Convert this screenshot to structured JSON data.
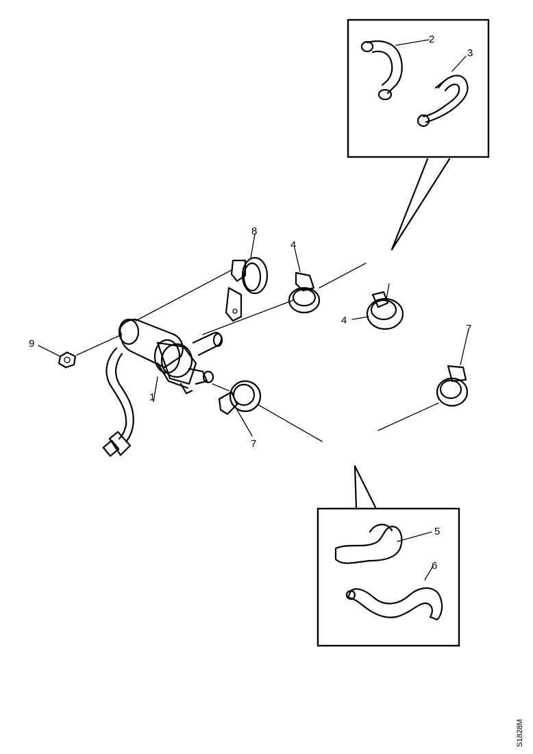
{
  "callouts": {
    "c1": "1",
    "c2": "2",
    "c3": "3",
    "c4a": "4",
    "c4b": "4",
    "c5": "5",
    "c6": "6",
    "c7a": "7",
    "c7b": "7",
    "c8": "8",
    "c9": "9"
  },
  "figure_code": "S1828M"
}
